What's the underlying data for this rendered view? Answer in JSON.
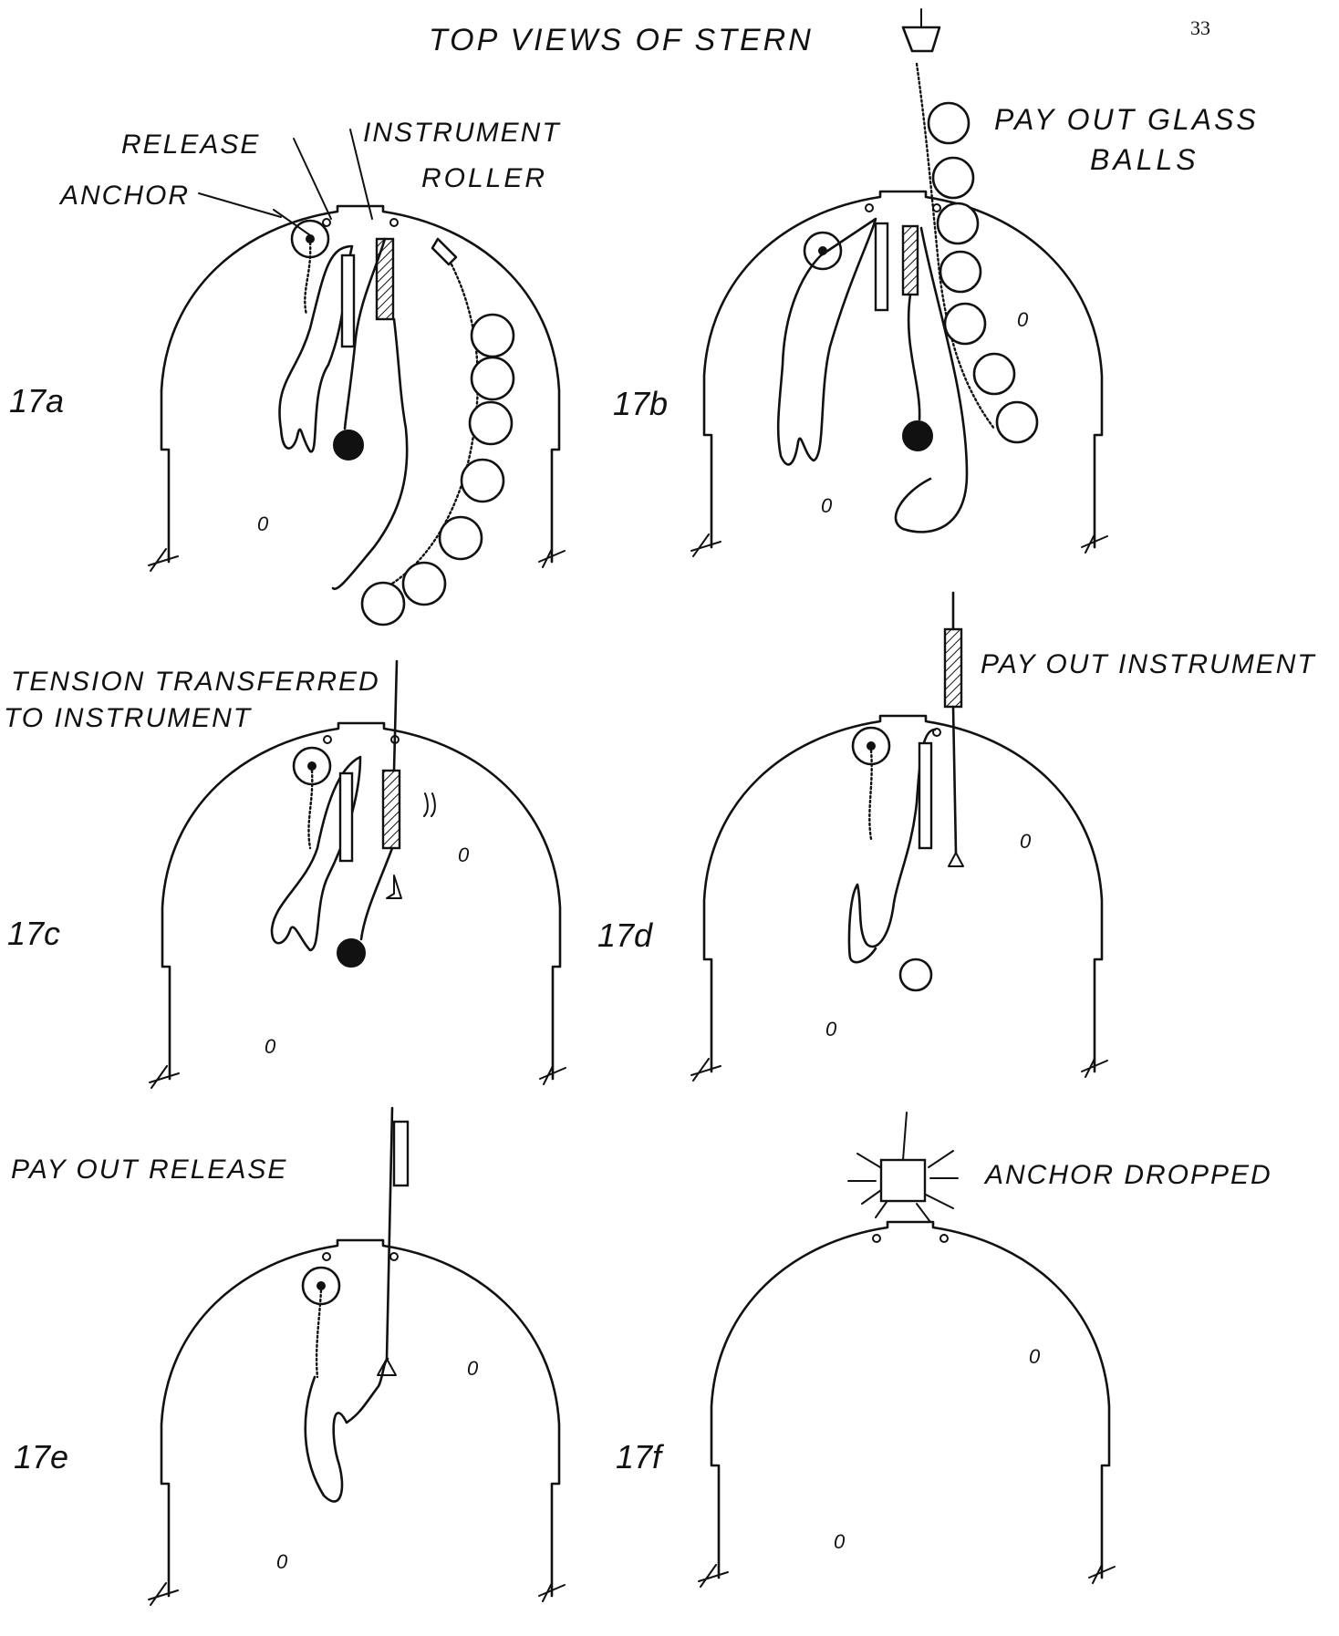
{
  "page_number": "33",
  "title": "TOP VIEWS OF STERN",
  "panels": [
    {
      "id": "17a",
      "label": "17a",
      "captions": [],
      "parts": {
        "release": "RELEASE",
        "instrument": "INSTRUMENT",
        "roller": "ROLLER",
        "anchor": "ANCHOR"
      }
    },
    {
      "id": "17b",
      "label": "17b",
      "captions": [
        "PAY OUT GLASS",
        "BALLS"
      ]
    },
    {
      "id": "17c",
      "label": "17c",
      "captions": [
        "TENSION TRANSFERRED",
        "TO INSTRUMENT"
      ]
    },
    {
      "id": "17d",
      "label": "17d",
      "captions": [
        "PAY OUT INSTRUMENT"
      ]
    },
    {
      "id": "17e",
      "label": "17e",
      "captions": [
        "PAY OUT RELEASE"
      ]
    },
    {
      "id": "17f",
      "label": "17f",
      "captions": [
        "ANCHOR DROPPED"
      ]
    }
  ],
  "colors": {
    "ink": "#111111",
    "paper": "#ffffff"
  }
}
